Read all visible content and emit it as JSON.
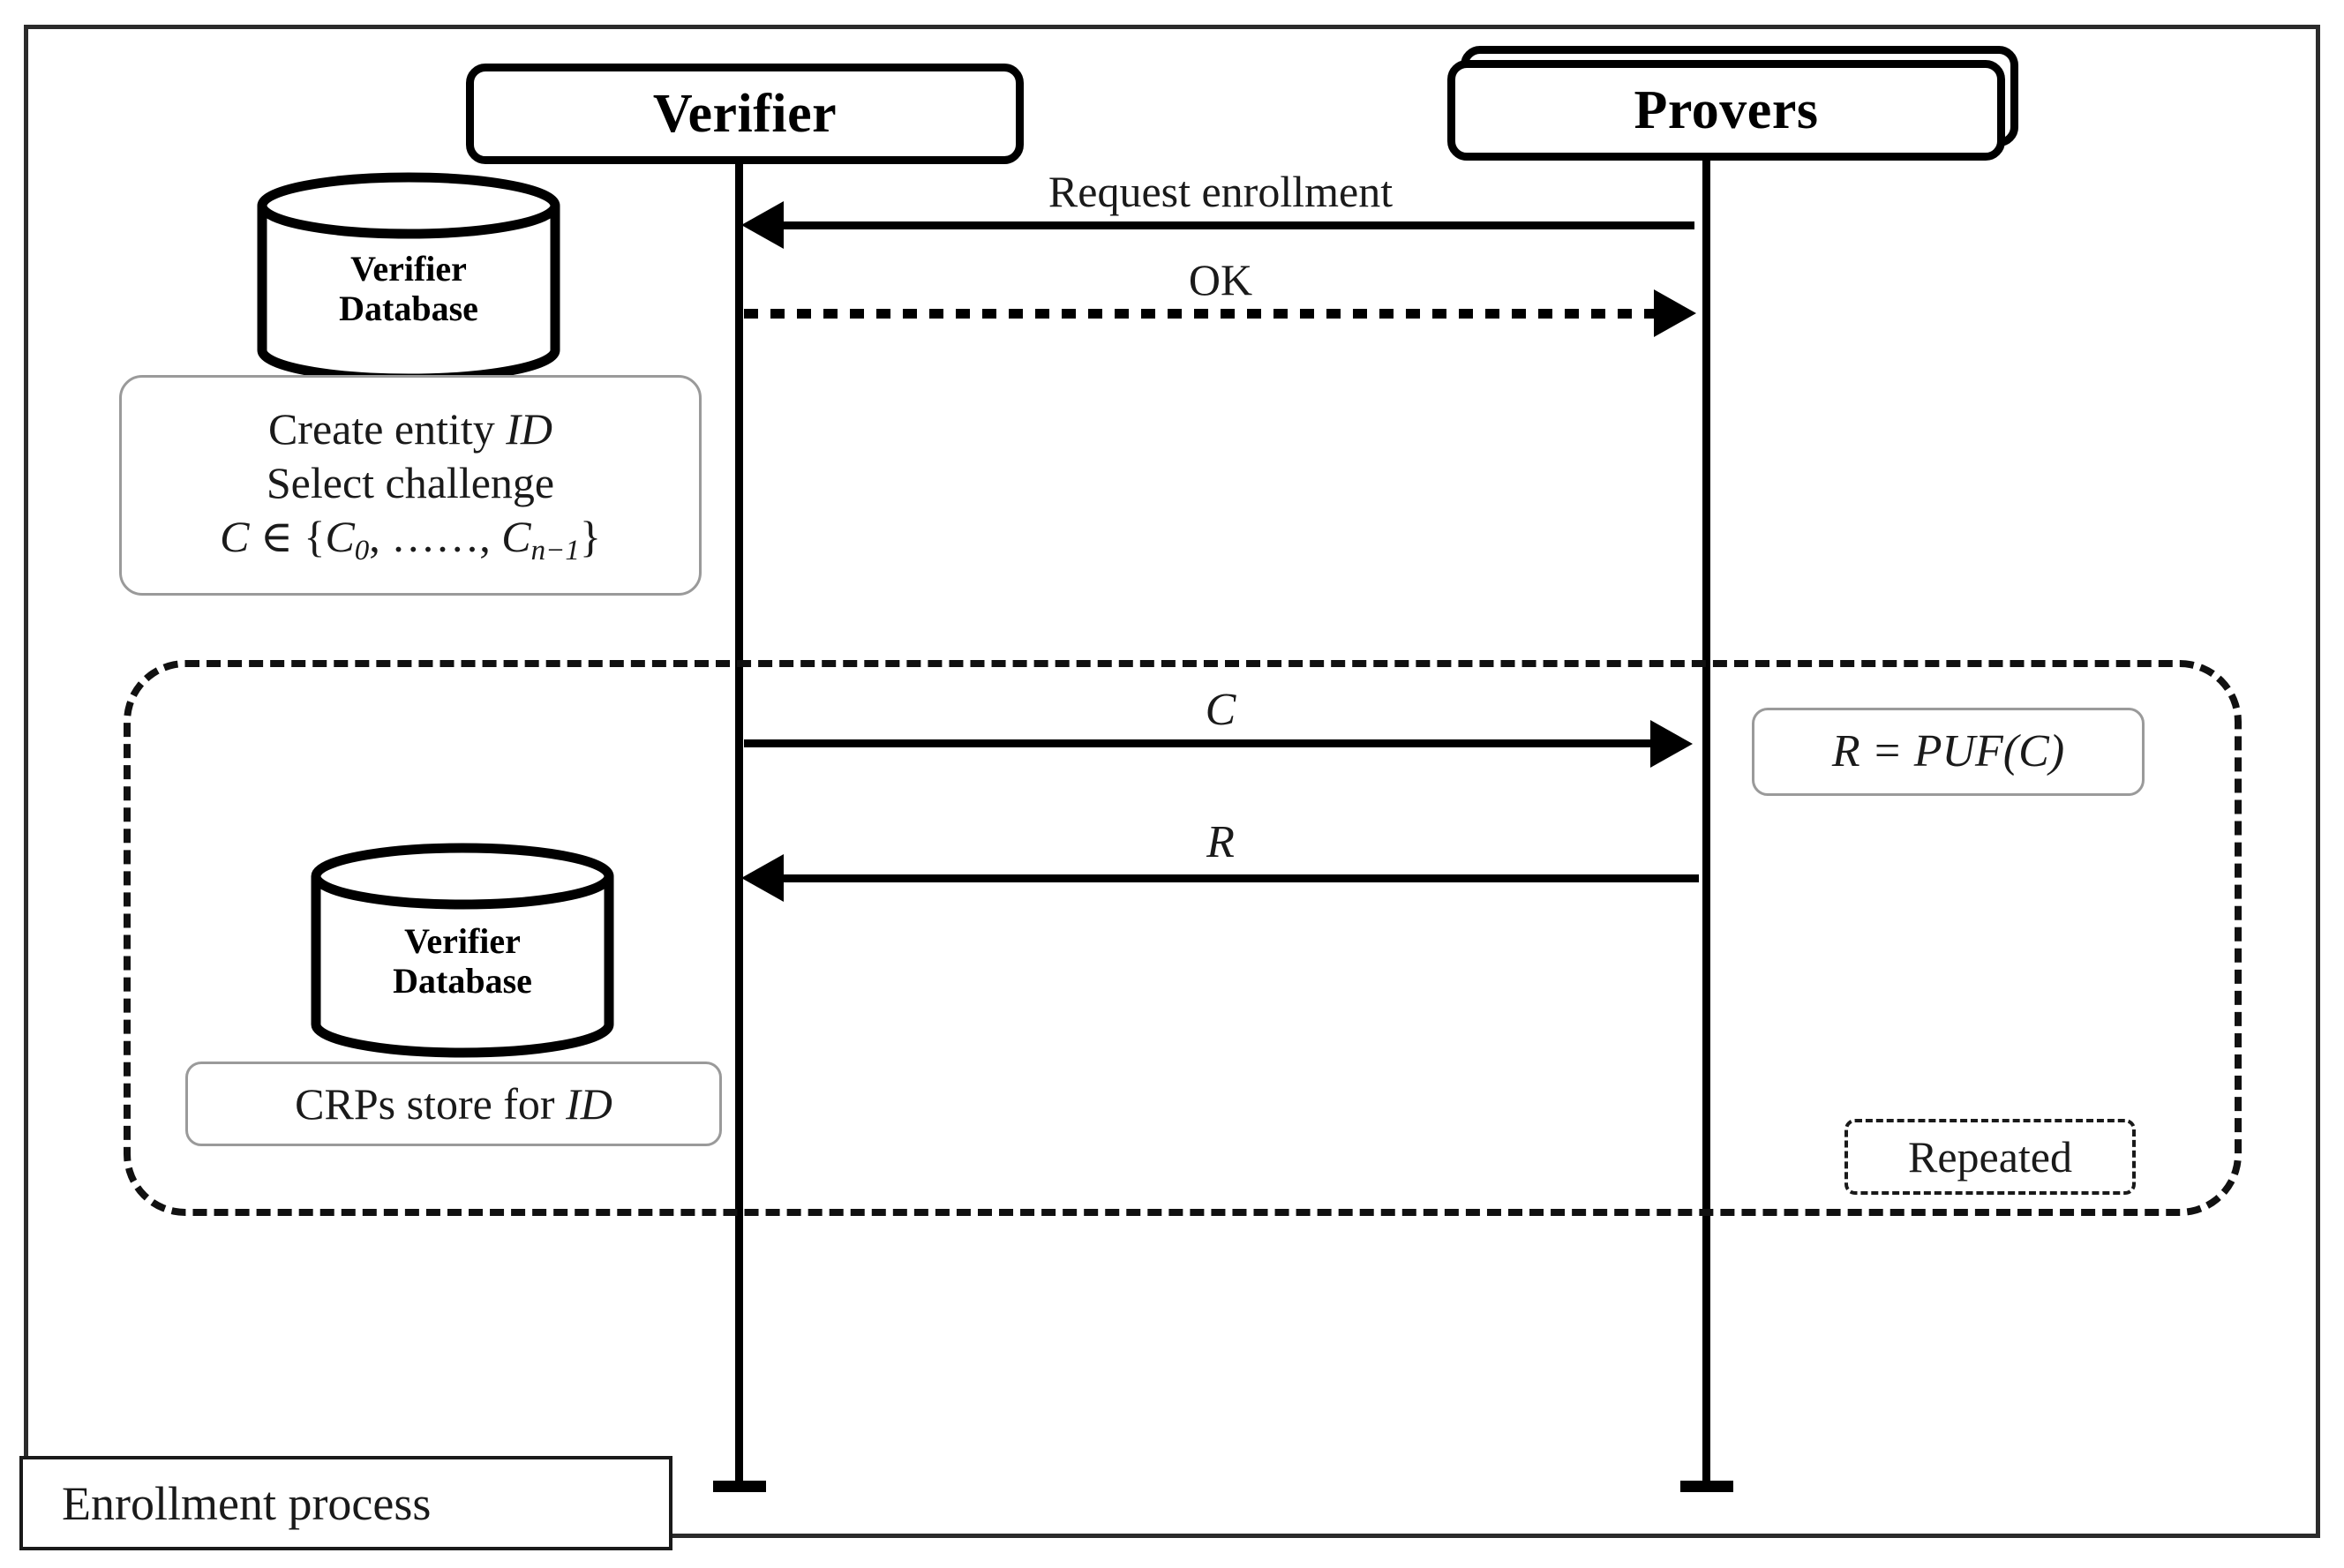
{
  "diagram": {
    "caption": "Enrollment process",
    "participants": [
      {
        "name": "Verifier",
        "stacked": false
      },
      {
        "name": "Provers",
        "stacked": true
      }
    ],
    "databases": [
      {
        "line1": "Verifier",
        "line2": "Database"
      },
      {
        "line1": "Verifier",
        "line2": "Database"
      }
    ],
    "notes": {
      "verifier_setup": {
        "line1_plain": "Create entity ",
        "line1_math": "ID",
        "line2": "Select challenge",
        "line3_c": "C",
        "line3_in": " ∈ {",
        "line3_c0": "C",
        "line3_c0_sub": "0",
        "line3_dots": ", ……, ",
        "line3_cn": "C",
        "line3_cn_sub": "n−1",
        "line3_close": "}"
      },
      "puf": {
        "r": "R",
        "eq": " = ",
        "fn": "PUF",
        "open": "(",
        "arg": "C",
        "close": ")"
      },
      "crps": {
        "plain": "CRPs store for ",
        "math": "ID"
      }
    },
    "messages": [
      {
        "label": "Request enrollment",
        "direction": "left",
        "style": "solid"
      },
      {
        "label": "OK",
        "direction": "right",
        "style": "dotted"
      },
      {
        "label": "C",
        "direction": "right",
        "style": "solid",
        "italic": true
      },
      {
        "label": "R",
        "direction": "left",
        "style": "solid",
        "italic": true
      }
    ],
    "loop": {
      "tag": "Repeated"
    },
    "colors": {
      "frame": "#2b2b2b",
      "stroke": "#000000",
      "note_border": "#9a9a9a",
      "background": "#ffffff"
    }
  }
}
